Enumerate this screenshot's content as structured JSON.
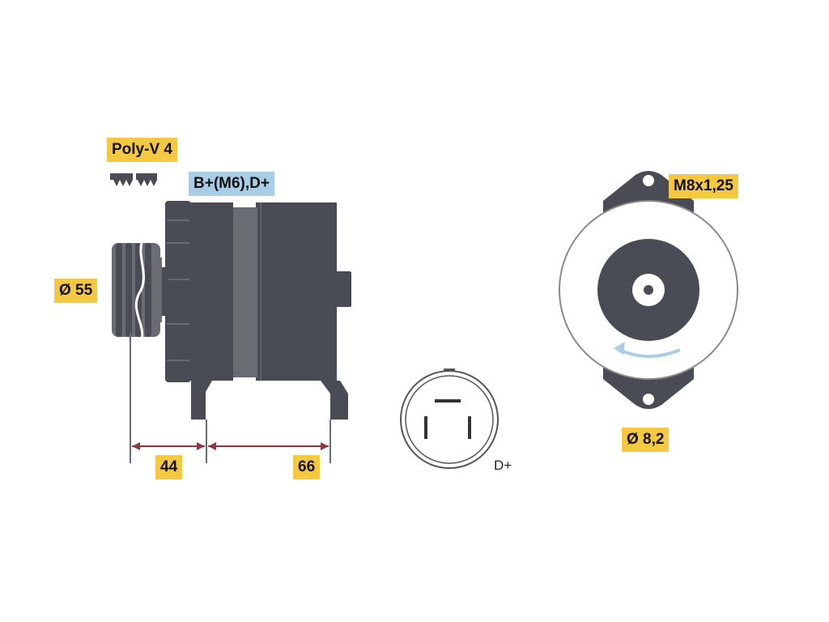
{
  "labels": {
    "belt_type": "Poly-V 4",
    "terminals": "B+(M6),D+",
    "pulley_diameter": "Ø 55",
    "dimension_left": "44",
    "dimension_right": "66",
    "connector_terminal": "D+",
    "mount_thread": "M8x1,25",
    "mount_hole": "Ø 8,2"
  },
  "colors": {
    "label_yellow": "#f5c842",
    "label_blue": "#a9cde6",
    "housing": "#4a4c55",
    "pulley": "#6a6c74",
    "dimension_line": "#8a3a3a",
    "accent_arrow": "#a9cde6"
  },
  "icons": {
    "belt_profile": "poly-v-belt-profile-icon",
    "rotation": "rotation-arrow-icon"
  }
}
